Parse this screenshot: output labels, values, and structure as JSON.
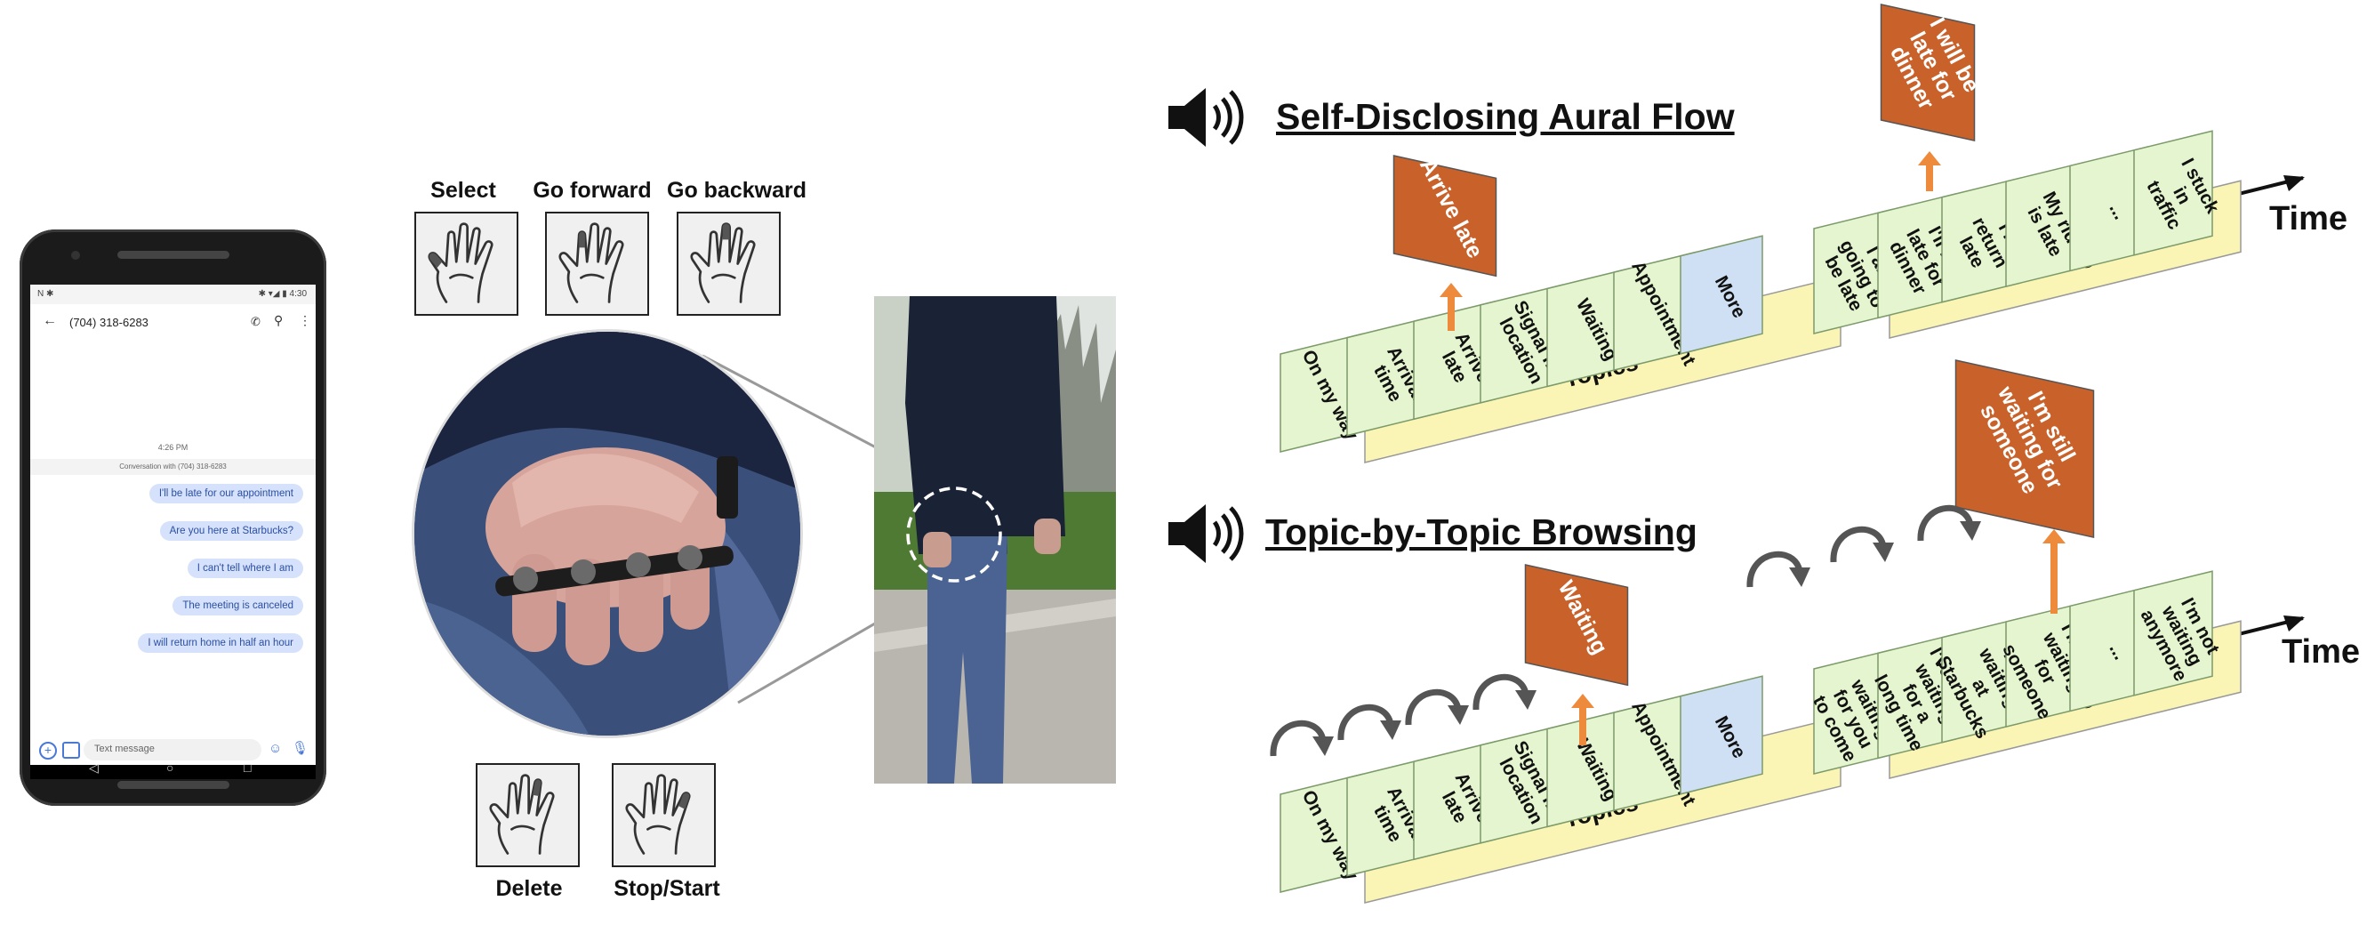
{
  "phone": {
    "status_left": "N  ✱",
    "status_right": "✱ ▾◢ ▮ 4:30",
    "contact": "(704) 318-6283",
    "time": "4:26 PM",
    "conversation_with": "Conversation with (704) 318-6283",
    "messages": [
      "I'll be late for our appointment",
      "Are you here at Starbucks?",
      "I can't tell where I am",
      "The meeting is canceled",
      "I will return home in half an hour"
    ],
    "compose_placeholder": "Text message"
  },
  "gestures": {
    "select": "Select",
    "go_forward": "Go forward",
    "go_backward": "Go backward",
    "delete": "Delete",
    "stop_start": "Stop/Start"
  },
  "flow1": {
    "title": "Self-Disclosing Aural Flow",
    "topics_label": "Topics",
    "messages_label": "Messages",
    "time_label": "Time",
    "topics": [
      "On my way",
      "Arrival time",
      "Arrive late",
      "Signal my location",
      "Waiting",
      "Appointment",
      "More"
    ],
    "popup_topic": "Arrive late",
    "messages": [
      "I am going to be late",
      "I'll be late for dinner",
      "I'll return late",
      "My ride is late",
      "...",
      "I stuck in traffic"
    ],
    "popup_message": "I will be late for dinner"
  },
  "flow2": {
    "title": "Topic-by-Topic Browsing",
    "topics_label": "Topics",
    "messages_label": "Messages",
    "time_label": "Time",
    "topics": [
      "On my way",
      "Arrival time",
      "Arrive late",
      "Signal my location",
      "Waiting",
      "Appointment",
      "More"
    ],
    "popup_topic": "Waiting",
    "messages": [
      "I'm waiting for you to come",
      "I've been waiting for a long time",
      "I am waiting at Starbucks",
      "I'm still waiting for someone",
      "...",
      "I'm not waiting anymore"
    ],
    "popup_message": "I'm still waiting for someone"
  },
  "colors": {
    "card_green": "#e4f5cf",
    "card_blue": "#cfe0f5",
    "base_yellow": "#fbf5b5",
    "popup_orange": "#c8612a",
    "arrow_orange": "#ee8a3c",
    "bubble_blue": "#d6e2fb"
  }
}
